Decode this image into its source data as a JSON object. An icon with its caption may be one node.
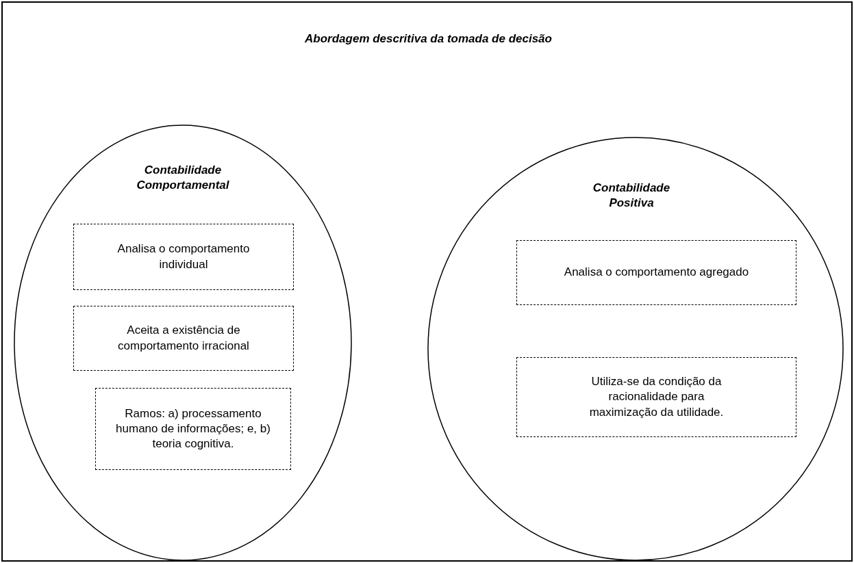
{
  "diagram": {
    "nodes": [
      {
        "text": [
          "Abordagem descritiva da tomada de decisão"
        ]
      },
      {
        "text": [
          "Contabilidade Comportamental"
        ],
        "in": 0
      },
      {
        "text": [
          "Analisa o comportamento individual"
        ],
        "in": 1
      },
      {
        "text": [
          "Aceita a existência de comportamento irracional"
        ],
        "in": 1
      },
      {
        "text": [
          "Ramos: a) processamento humano de informações; e, b) teoria cognitiva."
        ],
        "in": 1
      },
      {
        "text": [
          "Contabilidade Positiva"
        ],
        "in": 0
      },
      {
        "text": [
          "Analisa o comportamento agregado"
        ],
        "in": 5
      },
      {
        "text": [
          "Utiliza-se da condição da racionalidade para maximização da utilidade."
        ],
        "in": 5
      }
    ],
    "edges": []
  }
}
